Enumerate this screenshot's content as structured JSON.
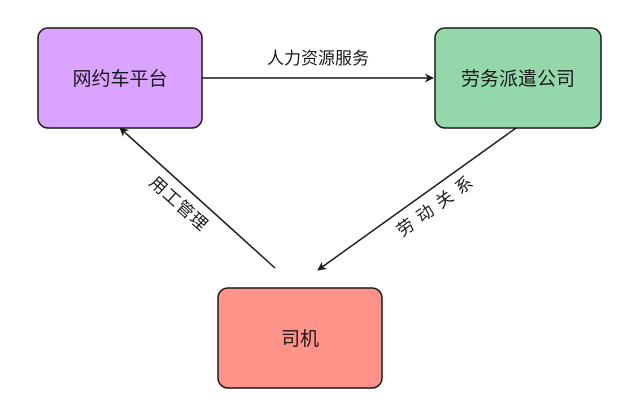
{
  "nodes": {
    "platform": {
      "label": "网约车平台",
      "fill": "#D9A3FF"
    },
    "agency": {
      "label": "劳务派遣公司",
      "fill": "#94D7AB"
    },
    "driver": {
      "label": "司机",
      "fill": "#FF938A"
    }
  },
  "edges": {
    "platform_to_agency": {
      "label": "人力资源服务"
    },
    "agency_to_driver": {
      "label": "劳动关系"
    },
    "driver_to_platform": {
      "label": "用工管理"
    }
  },
  "colors": {
    "stroke": "#1a1a1a",
    "background": "#ffffff"
  }
}
